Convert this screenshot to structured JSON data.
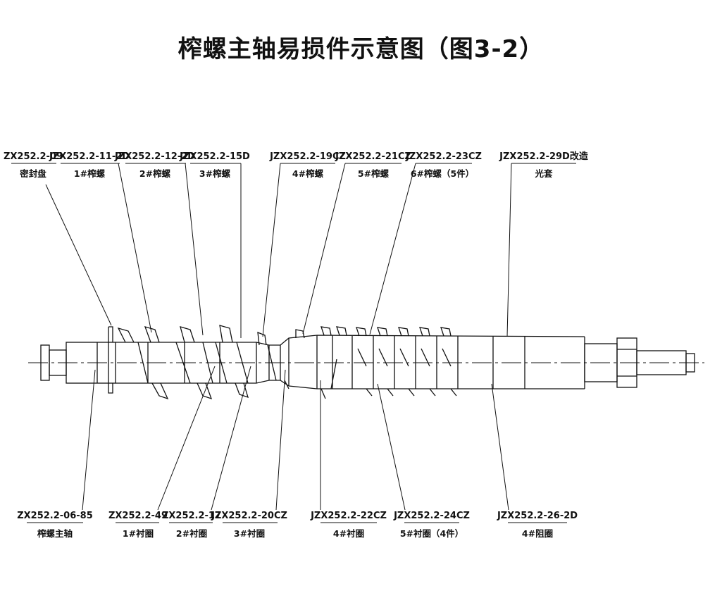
{
  "title": "榨螺主轴易损件示意图（图3-2）",
  "parts_top": [
    {
      "code": "ZX252.2-09",
      "name": "密封盘"
    },
    {
      "code": "JZX252.2-11-2D",
      "name": "1#榨螺"
    },
    {
      "code": "JZX252.2-12-2D",
      "name": "2#榨螺"
    },
    {
      "code": "JZX252.2-15D",
      "name": "3#榨螺"
    },
    {
      "code": "JZX252.2-19CZ",
      "name": "4#榨螺"
    },
    {
      "code": "JZX252.2-21CZ",
      "name": "5#榨螺"
    },
    {
      "code": "JZX252.2-23CZ",
      "name": "6#榨螺（5件）"
    },
    {
      "code": "JZX252.2-29D改造",
      "name": "光套"
    }
  ],
  "parts_bottom": [
    {
      "code": "ZX252.2-06-85",
      "name": "榨螺主轴"
    },
    {
      "code": "ZX252.2-49",
      "name": "1#衬圈"
    },
    {
      "code": "ZX252.2-17",
      "name": "2#衬圈"
    },
    {
      "code": "JZX252.2-20CZ",
      "name": "3#衬圈"
    },
    {
      "code": "JZX252.2-22CZ",
      "name": "4#衬圈"
    },
    {
      "code": "JZX252.2-24CZ",
      "name": "5#衬圈（4件）"
    },
    {
      "code": "JZX252.2-26-2D",
      "name": "4#阻圈"
    }
  ]
}
